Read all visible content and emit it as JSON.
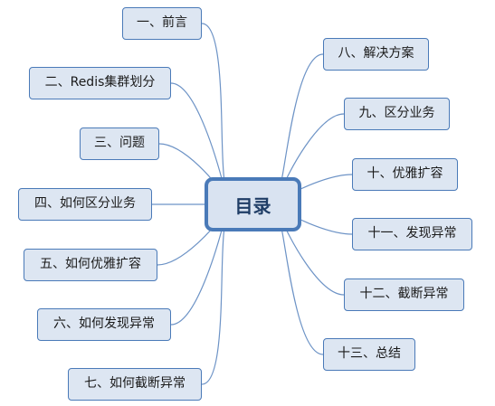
{
  "title": "目录",
  "colors": {
    "node_fill": "#dde6f2",
    "node_border": "#4a7ab8",
    "connector": "#6d93c6",
    "center_text": "#1f3d66"
  },
  "left_items": [
    "一、前言",
    "二、Redis集群划分",
    "三、问题",
    "四、如何区分业务",
    "五、如何优雅扩容",
    "六、如何发现异常",
    "七、如何截断异常"
  ],
  "right_items": [
    "八、解决方案",
    "九、区分业务",
    "十、优雅扩容",
    "十一、发现异常",
    "十二、截断异常",
    "十三、总结"
  ]
}
